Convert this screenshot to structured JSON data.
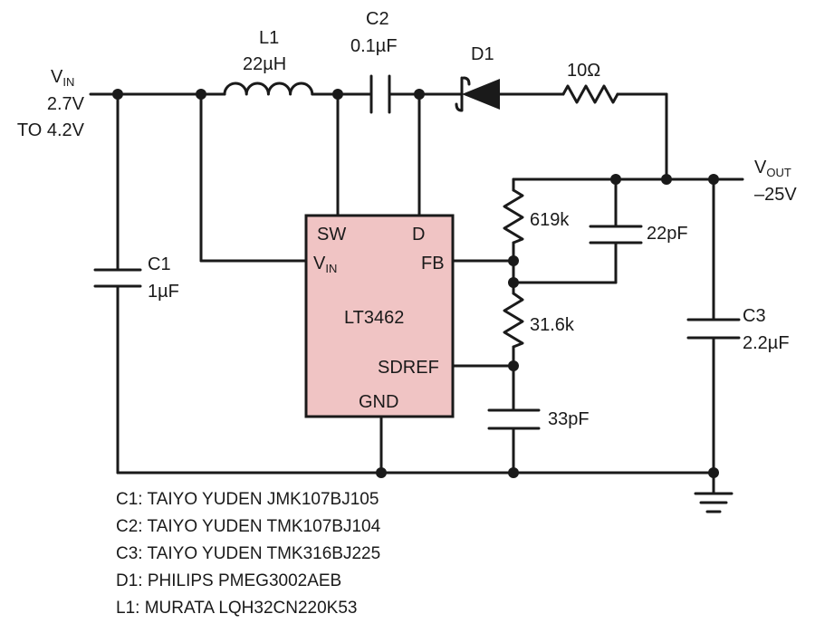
{
  "input": {
    "v_label": "V",
    "v_sub": "IN",
    "range_line1": "2.7V",
    "range_line2": "TO 4.2V"
  },
  "output": {
    "v_label": "V",
    "v_sub": "OUT",
    "value": "–25V"
  },
  "components": {
    "L1": {
      "ref": "L1",
      "value": "22µH"
    },
    "C2": {
      "ref": "C2",
      "value": "0.1µF"
    },
    "D1": {
      "ref": "D1"
    },
    "R_series": {
      "value": "10Ω"
    },
    "C1": {
      "ref": "C1",
      "value": "1µF"
    },
    "R_top": {
      "value": "619k"
    },
    "C_ff": {
      "value": "22pF"
    },
    "R_bottom": {
      "value": "31.6k"
    },
    "C_ref": {
      "value": "33pF"
    },
    "C3": {
      "ref": "C3",
      "value": "2.2µF"
    }
  },
  "ic": {
    "name": "LT3462",
    "pins": {
      "sw": "SW",
      "vin": "V",
      "vin_sub": "IN",
      "d": "D",
      "fb": "FB",
      "sdref": "SDREF",
      "gnd": "GND"
    }
  },
  "colors": {
    "ic_fill": "#f0c4c4",
    "wire": "#1a1a1a"
  },
  "bom": [
    "C1: TAIYO YUDEN JMK107BJ105",
    "C2: TAIYO YUDEN TMK107BJ104",
    "C3: TAIYO YUDEN TMK316BJ225",
    "D1: PHILIPS PMEG3002AEB",
    "L1: MURATA LQH32CN220K53"
  ]
}
